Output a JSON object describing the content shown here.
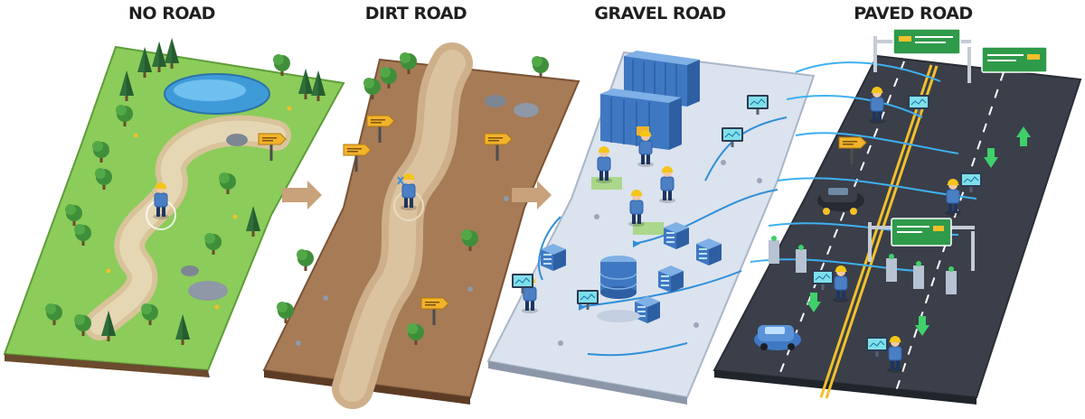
{
  "stages": [
    {
      "id": "no-road",
      "title": "NO ROAD"
    },
    {
      "id": "dirt-road",
      "title": "DIRT ROAD"
    },
    {
      "id": "gravel-road",
      "title": "GRAVEL ROAD"
    },
    {
      "id": "paved-road",
      "title": "PAVED ROAD"
    }
  ],
  "colors": {
    "grass": "#8ccc5a",
    "grass_dark": "#5e9d3a",
    "dirt": "#a67b56",
    "dirt_dark": "#7a5336",
    "gravel": "#dbe3ee",
    "gravel_edge": "#a9b6c8",
    "asphalt": "#3a3f4a",
    "accent_blue": "#2f8fd8",
    "sign_yellow": "#f2b32a",
    "sign_green": "#2f9a4a",
    "worker_blue": "#2d5fa8",
    "hardhat": "#f5c518"
  },
  "icons": [
    "tree-icon",
    "worker-icon",
    "signpost-icon",
    "arrow-right-icon",
    "container-icon",
    "server-icon",
    "database-icon",
    "monitor-icon",
    "car-icon",
    "highway-sign-icon",
    "toll-gate-icon"
  ]
}
